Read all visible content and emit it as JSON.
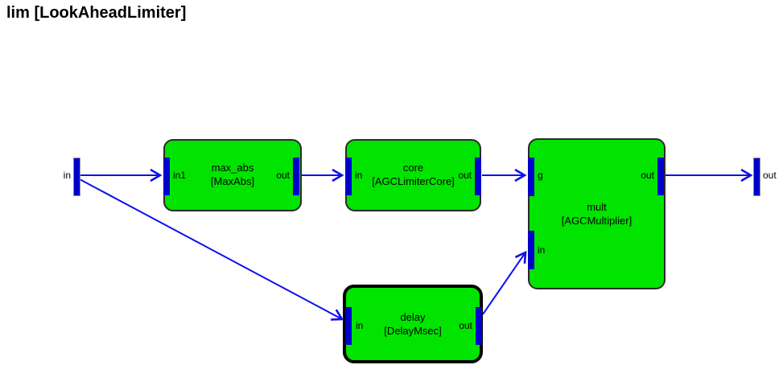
{
  "title": "lim [LookAheadLimiter]",
  "colors": {
    "background": "#ffffff",
    "block_fill": "#00e400",
    "block_border": "#2b2b2b",
    "selected_block_border": "#000000",
    "port_bar": "#0000cc",
    "wire": "#0f0fef",
    "text": "#000000"
  },
  "terminals": {
    "input": {
      "label": "in"
    },
    "output": {
      "label": "out"
    }
  },
  "blocks": [
    {
      "id": "max_abs",
      "title": "max_abs",
      "subtitle": "[MaxAbs]",
      "selected": false,
      "ports": [
        {
          "label": "in1",
          "side": "left"
        },
        {
          "label": "out",
          "side": "right"
        }
      ]
    },
    {
      "id": "core",
      "title": "core",
      "subtitle": "[AGCLimiterCore]",
      "selected": false,
      "ports": [
        {
          "label": "in",
          "side": "left"
        },
        {
          "label": "out",
          "side": "right"
        }
      ]
    },
    {
      "id": "mult",
      "title": "mult",
      "subtitle": "[AGCMultiplier]",
      "selected": false,
      "ports": [
        {
          "label": "g",
          "side": "left-top"
        },
        {
          "label": "in",
          "side": "left-bottom"
        },
        {
          "label": "out",
          "side": "right"
        }
      ]
    },
    {
      "id": "delay",
      "title": "delay",
      "subtitle": "[DelayMsec]",
      "selected": true,
      "ports": [
        {
          "label": "in",
          "side": "left"
        },
        {
          "label": "out",
          "side": "right"
        }
      ]
    }
  ],
  "connections": [
    {
      "from": "in",
      "to": "max_abs.in1"
    },
    {
      "from": "max_abs.out",
      "to": "core.in"
    },
    {
      "from": "core.out",
      "to": "mult.g"
    },
    {
      "from": "in",
      "to": "delay.in"
    },
    {
      "from": "delay.out",
      "to": "mult.in"
    },
    {
      "from": "mult.out",
      "to": "out"
    }
  ]
}
